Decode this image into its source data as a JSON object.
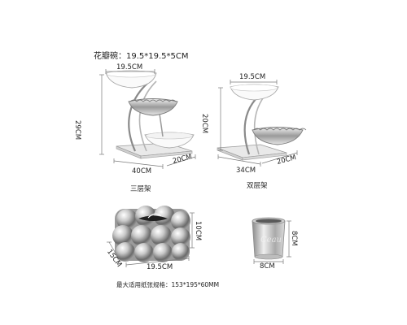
{
  "header": {
    "bowl_spec": "花瓣碗：19.5*19.5*5CM"
  },
  "three_tier": {
    "width_top": "19.5CM",
    "height": "29CM",
    "depth": "20CM",
    "base": "40CM",
    "caption": "三层架"
  },
  "two_tier": {
    "width_top": "19.5CM",
    "height": "20CM",
    "depth": "20CM",
    "base": "34CM",
    "caption": "双层架"
  },
  "tissue_box": {
    "height": "10CM",
    "depth": "15CM",
    "width": "19.5CM",
    "note": "最大适用纸张规格：153*195*60MM"
  },
  "cup": {
    "height": "8CM",
    "width": "8CM"
  },
  "colors": {
    "dimension_line": "#7a7a7a",
    "chrome_dark": "#6f6f6f",
    "chrome_light": "#dcdcdc"
  }
}
